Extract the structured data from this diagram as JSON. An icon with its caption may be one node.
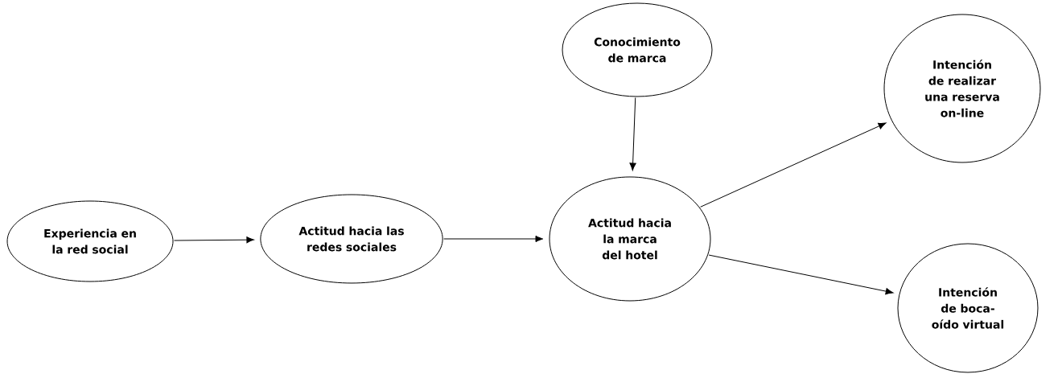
{
  "diagram": {
    "nodes": [
      {
        "text": [
          "Experiencia en la red social"
        ]
      },
      {
        "text": [
          "Actitud hacia las redes sociales"
        ]
      },
      {
        "text": [
          "Conocimiento de marca"
        ]
      },
      {
        "text": [
          "Actitud hacia la marca del hotel"
        ]
      },
      {
        "text": [
          "Intención de realizar una reserva on-line"
        ]
      },
      {
        "text": [
          "Intención de boca-oído virtual"
        ]
      }
    ],
    "edges": [
      {
        "from": 0,
        "to": 1,
        "arrow": "to"
      },
      {
        "from": 1,
        "to": 3,
        "arrow": "to"
      },
      {
        "from": 2,
        "to": 3,
        "arrow": "to"
      },
      {
        "from": 3,
        "to": 4,
        "arrow": "to"
      },
      {
        "from": 3,
        "to": 5,
        "arrow": "to"
      }
    ]
  }
}
